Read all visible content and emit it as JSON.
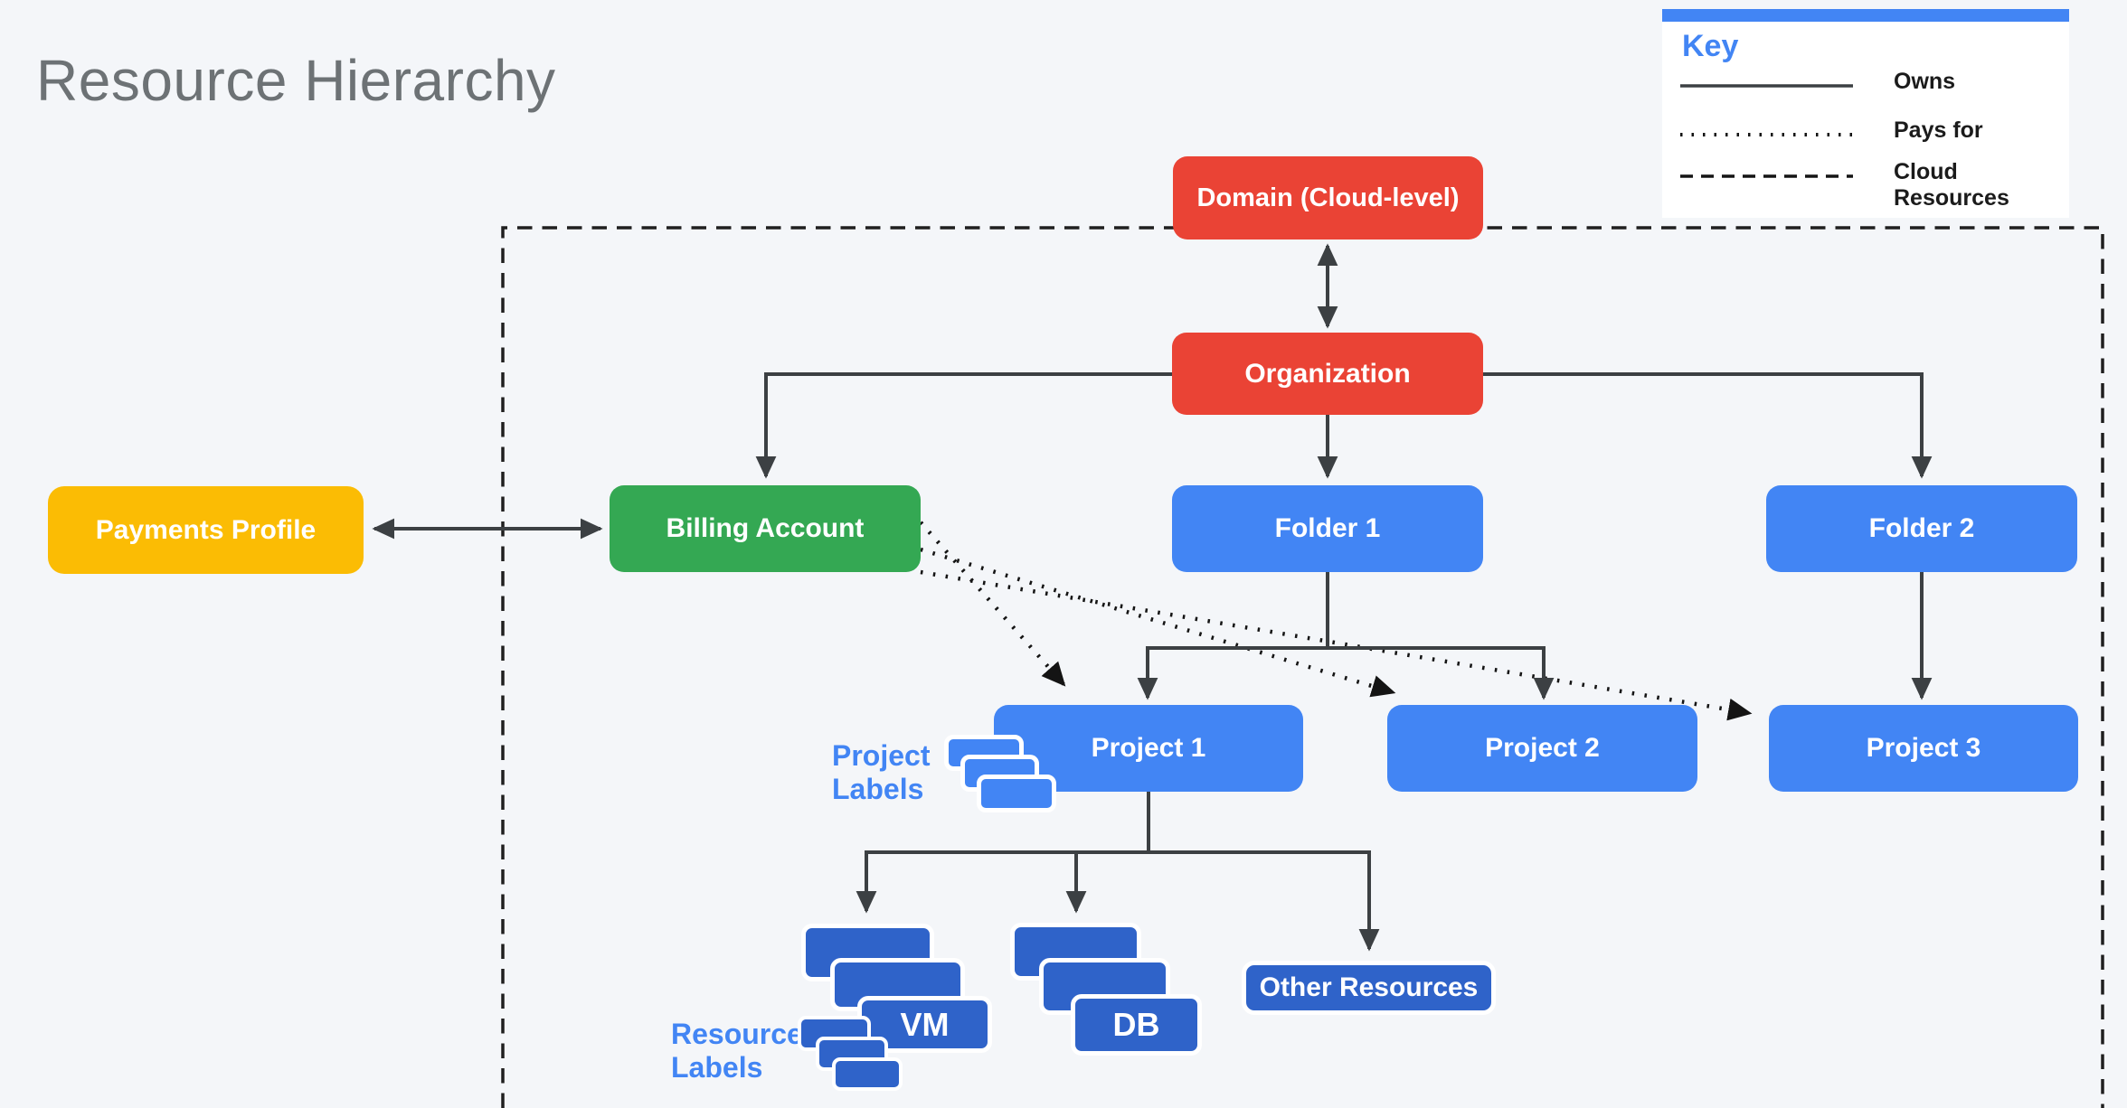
{
  "title": "Resource Hierarchy",
  "key": {
    "heading": "Key",
    "items": [
      {
        "style": "solid",
        "label": "Owns"
      },
      {
        "style": "dotted",
        "label": "Pays for"
      },
      {
        "style": "dashed",
        "label": "Cloud Resources"
      }
    ]
  },
  "nodes": {
    "domain": "Domain (Cloud-level)",
    "organization": "Organization",
    "payments_profile": "Payments Profile",
    "billing_account": "Billing Account",
    "folder1": "Folder 1",
    "folder2": "Folder 2",
    "project1": "Project 1",
    "project2": "Project 2",
    "project3": "Project 3",
    "vm": "VM",
    "db": "DB",
    "other_resources": "Other Resources"
  },
  "captions": {
    "project_labels": {
      "line1": "Project",
      "line2": "Labels"
    },
    "resource_labels": {
      "line1": "Resource",
      "line2": "Labels"
    }
  },
  "edges": [
    {
      "from": "domain",
      "to": "organization",
      "type": "owns",
      "bidirectional": true
    },
    {
      "from": "payments_profile",
      "to": "billing_account",
      "type": "owns",
      "bidirectional": true
    },
    {
      "from": "organization",
      "to": "billing_account",
      "type": "owns"
    },
    {
      "from": "organization",
      "to": "folder1",
      "type": "owns"
    },
    {
      "from": "organization",
      "to": "folder2",
      "type": "owns"
    },
    {
      "from": "folder1",
      "to": "project1",
      "type": "owns"
    },
    {
      "from": "folder1",
      "to": "project2",
      "type": "owns"
    },
    {
      "from": "folder2",
      "to": "project3",
      "type": "owns"
    },
    {
      "from": "project1",
      "to": "vm",
      "type": "owns"
    },
    {
      "from": "project1",
      "to": "db",
      "type": "owns"
    },
    {
      "from": "project1",
      "to": "other_resources",
      "type": "owns"
    },
    {
      "from": "billing_account",
      "to": "project1",
      "type": "pays_for"
    },
    {
      "from": "billing_account",
      "to": "project2",
      "type": "pays_for"
    },
    {
      "from": "billing_account",
      "to": "project3",
      "type": "pays_for"
    }
  ],
  "boundary": "Cloud Resources",
  "colors": {
    "background": "#F4F6F9",
    "node_red": "#EA4335",
    "node_green": "#34A853",
    "node_yellow": "#FBBC04",
    "node_blue": "#4285F4",
    "node_dark_blue": "#2F63C9",
    "connector_gray": "#3C4043",
    "dashed_boundary": "#1F1F1F",
    "title_gray": "#6D7275",
    "label_blue": "#4285F4"
  }
}
